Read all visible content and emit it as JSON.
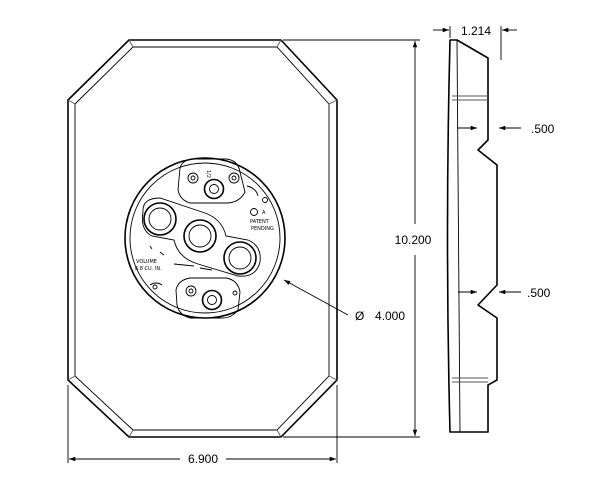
{
  "dimensions": {
    "width": "6.900",
    "height": "10.200",
    "diameter_symbol": "Ø",
    "diameter": "4.000",
    "thickness": "1.214",
    "step_upper": ".500",
    "step_lower": ".500"
  },
  "plate_markings": {
    "size_mark": "1/2",
    "listing_mark": "A",
    "patent_line1": "PATENT",
    "patent_line2": "PENDING",
    "volume_line1": "VOLUME",
    "volume_line2": "6.8 CU. IN."
  }
}
